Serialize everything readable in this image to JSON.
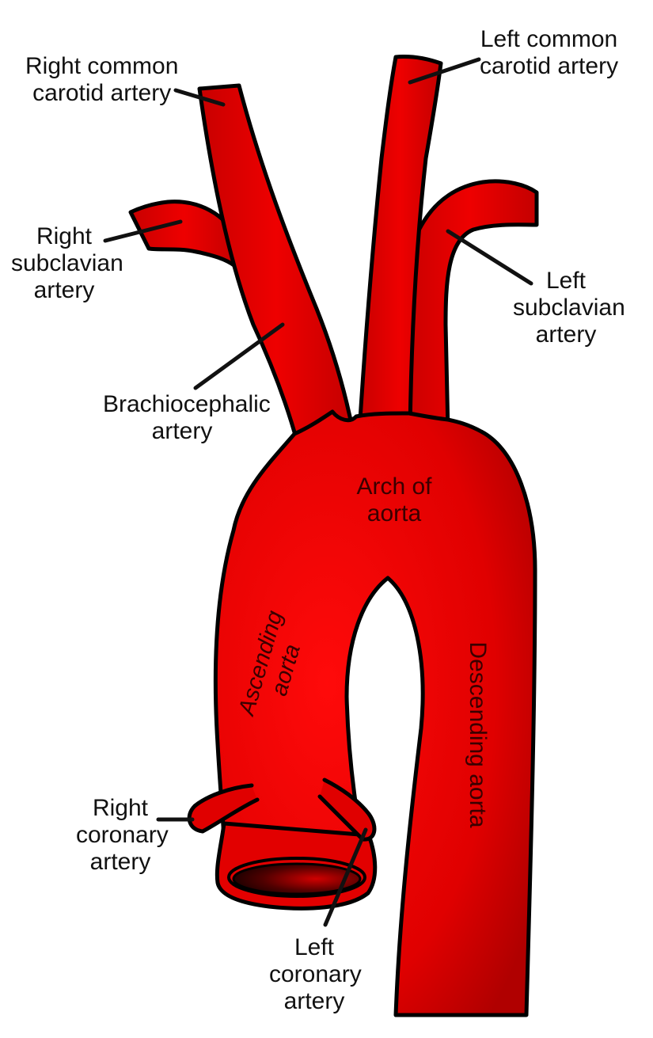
{
  "diagram": {
    "colors": {
      "vessel_fill": "#ee0000",
      "vessel_dark": "#b40000",
      "outline": "#000000",
      "leader": "#111111"
    },
    "labels": {
      "right_common_carotid": [
        "Right common",
        "carotid artery"
      ],
      "left_common_carotid": [
        "Left common",
        "carotid artery"
      ],
      "right_subclavian": [
        "Right",
        "subclavian",
        "artery"
      ],
      "left_subclavian": [
        "Left",
        "subclavian",
        "artery"
      ],
      "brachiocephalic": [
        "Brachiocephalic",
        "artery"
      ],
      "arch": [
        "Arch of",
        "aorta"
      ],
      "ascending": [
        "Ascending",
        "aorta"
      ],
      "descending": "Descending aorta",
      "right_coronary": [
        "Right",
        "coronary",
        "artery"
      ],
      "left_coronary": [
        "Left",
        "coronary",
        "artery"
      ]
    }
  }
}
